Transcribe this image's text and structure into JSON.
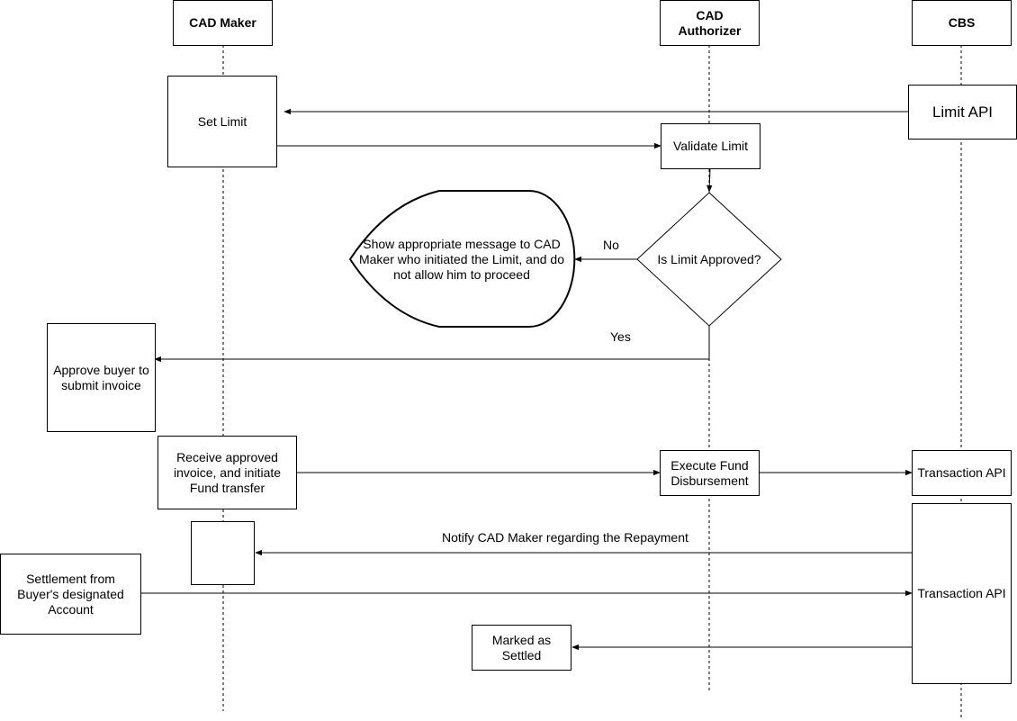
{
  "lanes": {
    "maker": "CAD Maker",
    "authorizer": "CAD Authorizer",
    "cbs": "CBS"
  },
  "nodes": {
    "set_limit": "Set Limit",
    "limit_api": "Limit API",
    "validate_limit": "Validate Limit",
    "decision": "Is Limit Approved?",
    "message": "Show appropriate message to CAD Maker who initiated the Limit, and do not allow him to proceed",
    "approve_buyer": "Approve buyer to submit invoice",
    "receive_invoice": "Receive approved invoice, and initiate Fund transfer",
    "execute_fund": "Execute Fund Disbursement",
    "transaction_api_1": "Transaction API",
    "transaction_api_2": "Transaction API",
    "settlement": "Settlement from Buyer's designated Account",
    "marked_settled": "Marked as Settled"
  },
  "edge_labels": {
    "no": "No",
    "yes": "Yes",
    "notify": "Notify CAD Maker regarding the Repayment"
  }
}
